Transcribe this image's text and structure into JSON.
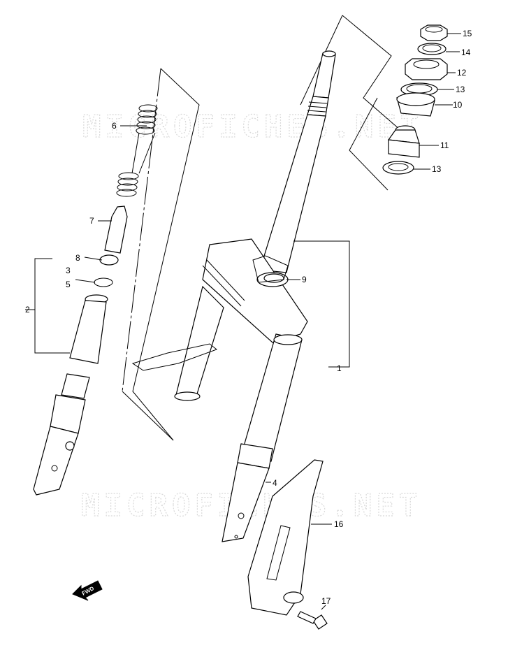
{
  "watermark": "MICROFICHES.NET",
  "fwd_label": "FWD",
  "callouts": [
    {
      "id": "1",
      "label": "1"
    },
    {
      "id": "2",
      "label": "2"
    },
    {
      "id": "3",
      "label": "3"
    },
    {
      "id": "4",
      "label": "4"
    },
    {
      "id": "5",
      "label": "5"
    },
    {
      "id": "6",
      "label": "6"
    },
    {
      "id": "7",
      "label": "7"
    },
    {
      "id": "8",
      "label": "8"
    },
    {
      "id": "9",
      "label": "9"
    },
    {
      "id": "10",
      "label": "10"
    },
    {
      "id": "11",
      "label": "11"
    },
    {
      "id": "12",
      "label": "12"
    },
    {
      "id": "13a",
      "label": "13"
    },
    {
      "id": "13b",
      "label": "13"
    },
    {
      "id": "14",
      "label": "14"
    },
    {
      "id": "15",
      "label": "15"
    },
    {
      "id": "16",
      "label": "16"
    },
    {
      "id": "17",
      "label": "17"
    }
  ]
}
